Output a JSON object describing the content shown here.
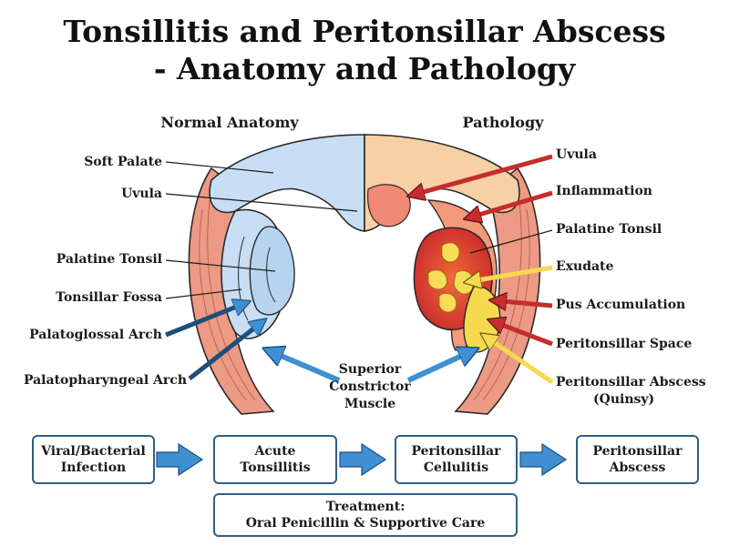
{
  "title": {
    "line1": "Tonsillitis and Peritonsillar Abscess",
    "line2": "- Anatomy and Pathology"
  },
  "sections": {
    "normal": "Normal Anatomy",
    "pathology": "Pathology"
  },
  "normal_labels": {
    "soft_palate": "Soft Palate",
    "uvula": "Uvula",
    "palatine_tonsil": "Palatine Tonsil",
    "tonsillar_fossa": "Tonsillar Fossa",
    "palatoglossal_arch": "Palatoglossal Arch",
    "palatopharyngeal_arch": "Palatopharyngeal Arch"
  },
  "center_label": {
    "line1": "Superior",
    "line2": "Constrictor",
    "line3": "Muscle"
  },
  "pathology_labels": {
    "uvula": "Uvula",
    "inflammation": "Inflammation",
    "palatine_tonsil": "Palatine Tonsil",
    "exudate": "Exudate",
    "pus_accumulation": "Pus Accumulation",
    "peritonsillar_space": "Peritonsillar Space",
    "abscess_line1": "Peritonsillar Abscess",
    "abscess_line2": "(Quinsy)"
  },
  "flow": {
    "step1_line1": "Viral/Bacterial",
    "step1_line2": "Infection",
    "step2_line1": "Acute",
    "step2_line2": "Tonsillitis",
    "step3_line1": "Peritonsillar",
    "step3_line2": "Cellulitis",
    "step4_line1": "Peritonsillar",
    "step4_line2": "Abscess",
    "treatment_line1": "Treatment:",
    "treatment_line2": "Oral Penicillin & Supportive Care"
  },
  "colors": {
    "normal_blue": "#c7def4",
    "pathology_peach": "#f7d0a6",
    "muscle": "#ec9a84",
    "inflamed_red": "#d9342b",
    "exudate_yellow": "#f7dc58",
    "arrow_blue": "#3f8fd2",
    "arrow_red": "#c62d2d",
    "box_border": "#2e5f86"
  }
}
